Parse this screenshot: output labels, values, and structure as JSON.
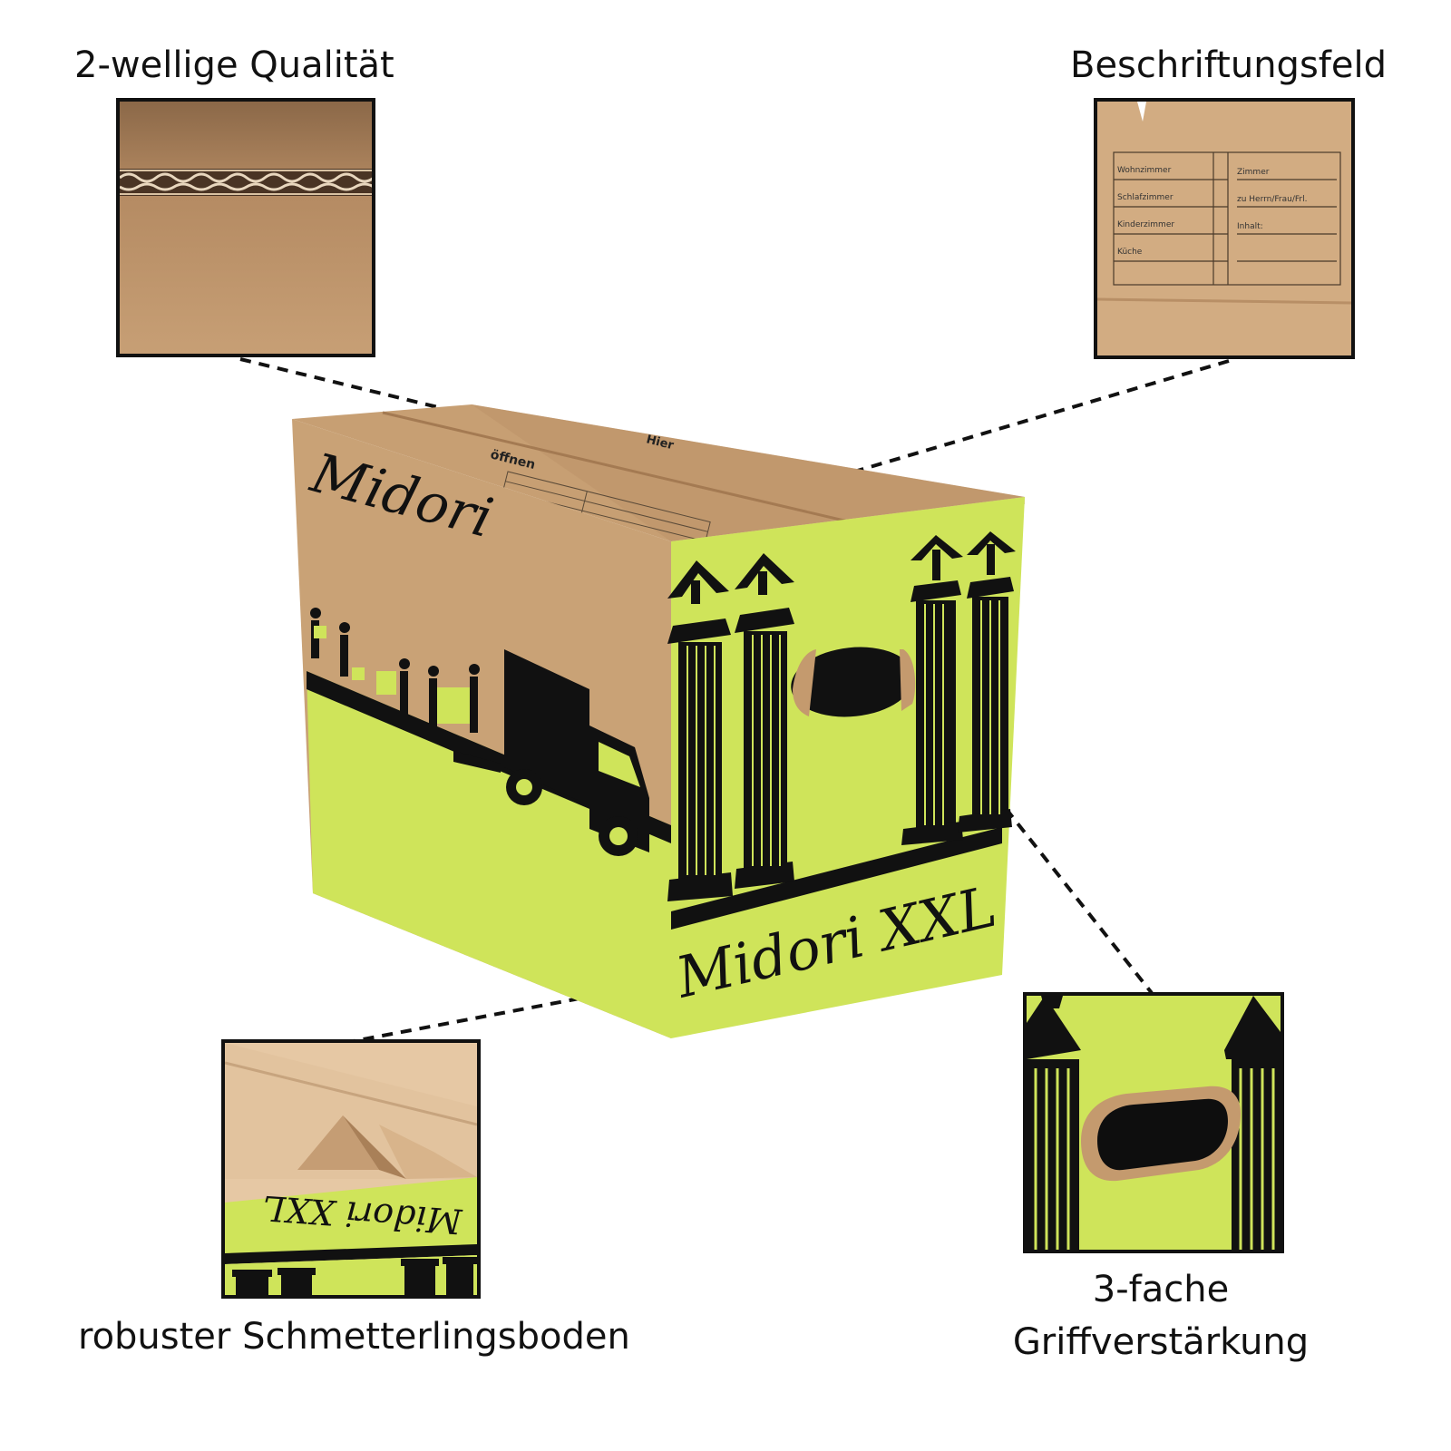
{
  "callouts": {
    "top_left": "2-wellige Qualität",
    "top_right": "Beschriftungsfeld",
    "bottom_left": "robuster Schmetterlingsboden",
    "bottom_right_line1": "3-fache",
    "bottom_right_line2": "Griffverstärkung"
  },
  "box": {
    "brand_side": "Midori",
    "brand_front": "Midori XXL",
    "lid_text": "öffnen",
    "lid_text_2": "Hier"
  },
  "label_field": {
    "rows": [
      "Wohnzimmer",
      "Schlafzimmer",
      "Kinderzimmer",
      "Küche"
    ],
    "right_rows": [
      "Zimmer",
      "zu Herrn/Frau/Frl.",
      "Inhalt:"
    ]
  },
  "bottom_inset": {
    "text": "Midori XXL"
  },
  "colors": {
    "cardboard": "#c9a276",
    "cardboard_dark": "#b08860",
    "lime": "#cfe45a",
    "black": "#111111"
  }
}
